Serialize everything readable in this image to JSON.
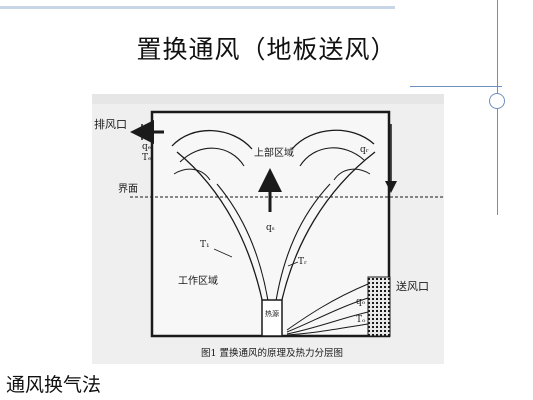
{
  "slide": {
    "title": "置换通风（地板送风）",
    "footer": "通风换气法"
  },
  "figure": {
    "labels": {
      "exhaust": "排风口",
      "exhaust_q": "qₑ",
      "exhaust_t": "Tₑ",
      "upper_zone": "上部区域",
      "interface": "界面",
      "qr": "qᵣ",
      "qs": "qₛ",
      "heat_source": "热源",
      "t1": "T₁",
      "tr": "Tᵣ",
      "work_zone": "工作区域",
      "supply": "送风口",
      "supply_q": "qₒ",
      "supply_t": "Tₒ",
      "caption": "图1  置换通风的原理及热力分层图"
    },
    "colors": {
      "line": "#1a1a1a",
      "paper": "#efefef",
      "panel": "#e3e3e3"
    }
  }
}
